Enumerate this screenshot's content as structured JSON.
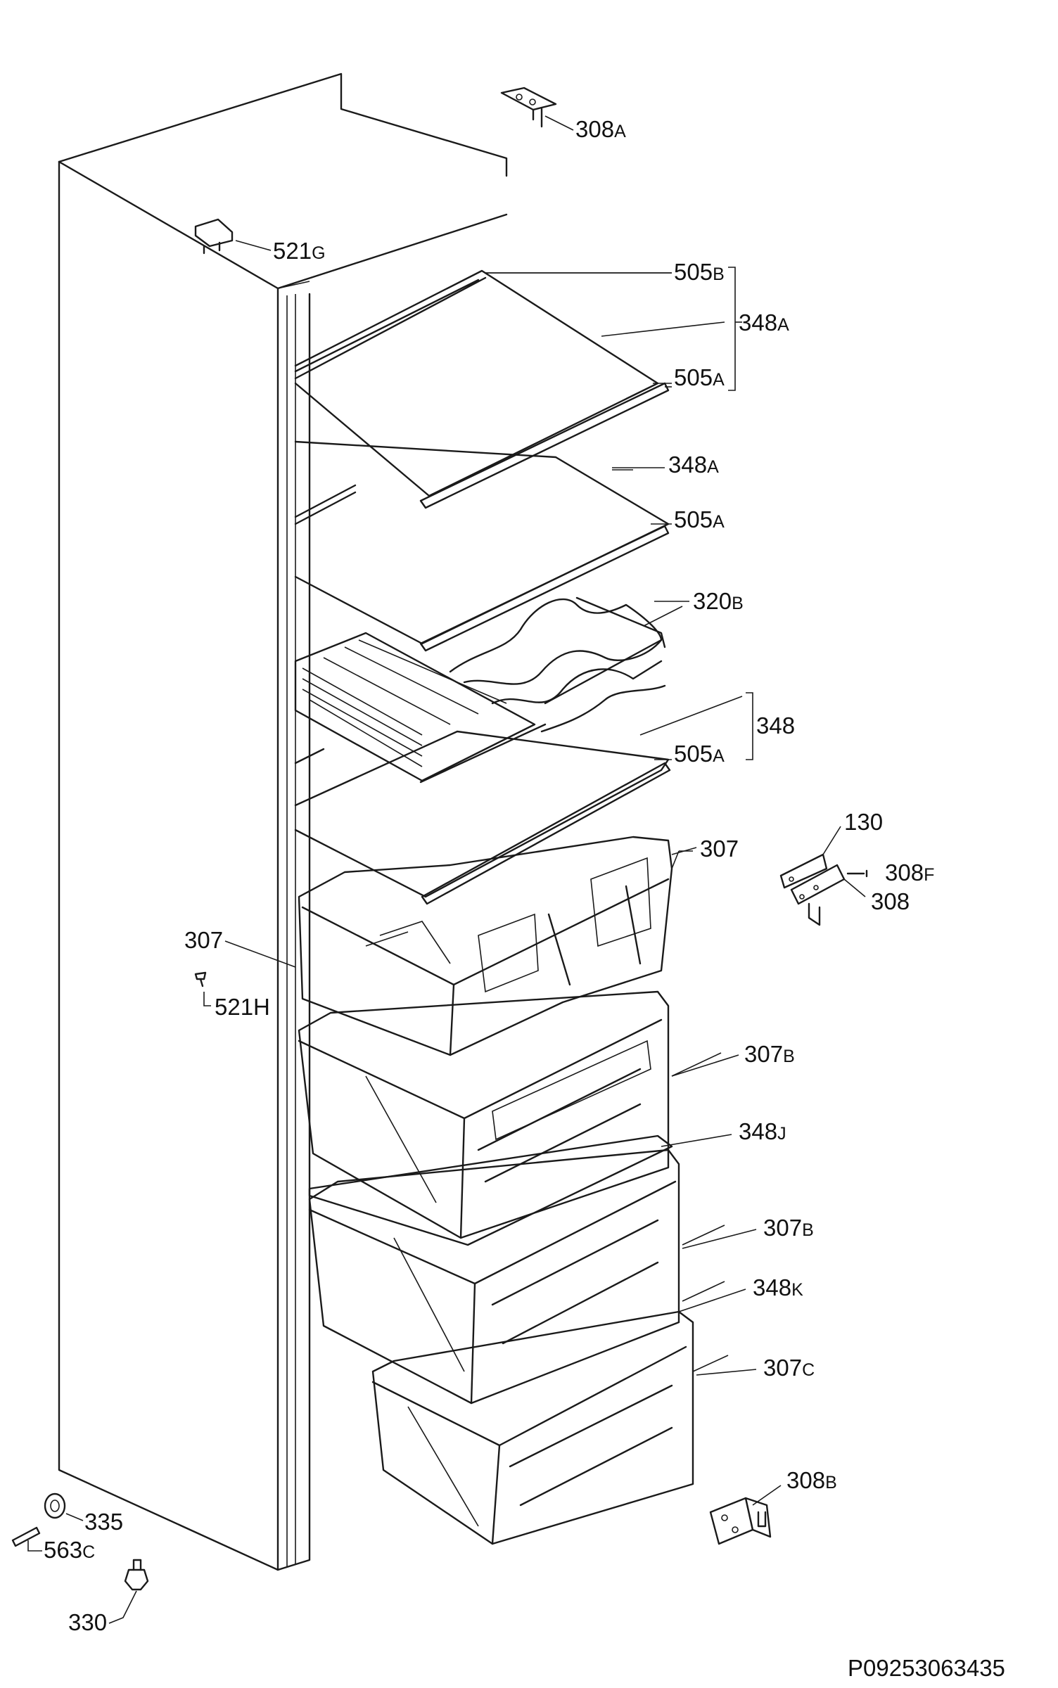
{
  "labels": [
    {
      "id": "308A",
      "main": "308",
      "suffix": "A"
    },
    {
      "id": "521G",
      "main": "521",
      "suffix": "G"
    },
    {
      "id": "505B",
      "main": "505",
      "suffix": "B"
    },
    {
      "id": "348A-group",
      "main": "348",
      "suffix": "A"
    },
    {
      "id": "505A-top",
      "main": "505",
      "suffix": "A"
    },
    {
      "id": "348A",
      "main": "348",
      "suffix": "A"
    },
    {
      "id": "505A-mid",
      "main": "505",
      "suffix": "A"
    },
    {
      "id": "320B",
      "main": "320",
      "suffix": "B"
    },
    {
      "id": "348",
      "main": "348",
      "suffix": ""
    },
    {
      "id": "505A-low",
      "main": "505",
      "suffix": "A"
    },
    {
      "id": "130",
      "main": "130",
      "suffix": ""
    },
    {
      "id": "308F",
      "main": "308",
      "suffix": "F"
    },
    {
      "id": "308-hinge",
      "main": "308",
      "suffix": ""
    },
    {
      "id": "307-right",
      "main": "307",
      "suffix": ""
    },
    {
      "id": "307-left",
      "main": "307",
      "suffix": ""
    },
    {
      "id": "521H",
      "main": "521H",
      "suffix": ""
    },
    {
      "id": "307B-top",
      "main": "307",
      "suffix": "B"
    },
    {
      "id": "348J",
      "main": "348",
      "suffix": "J"
    },
    {
      "id": "307B-mid",
      "main": "307",
      "suffix": "B"
    },
    {
      "id": "348K",
      "main": "348",
      "suffix": "K"
    },
    {
      "id": "307C",
      "main": "307",
      "suffix": "C"
    },
    {
      "id": "308B",
      "main": "308",
      "suffix": "B"
    },
    {
      "id": "335",
      "main": "335",
      "suffix": ""
    },
    {
      "id": "563C",
      "main": "563",
      "suffix": "C"
    },
    {
      "id": "330",
      "main": "330",
      "suffix": ""
    }
  ],
  "drawing_code": "P09253063435"
}
